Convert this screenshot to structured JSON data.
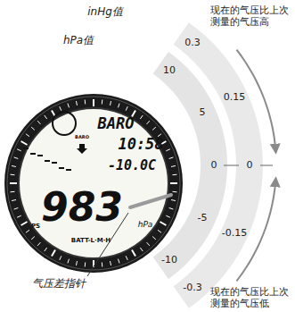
{
  "diagram": {
    "labels": [
      "现在的气压比上次测量的气压高",
      "inHg值",
      "hPa值",
      "0.3",
      "10",
      "0.15",
      "5",
      "0",
      "0",
      "-5",
      "-0.15",
      "-10",
      "-0.3",
      "现在的气压比上次测量的气压低",
      "气压差指针",
      "BARO",
      "BARO",
      "10:58",
      "-10.0C",
      "983",
      "hPa",
      "PS",
      "BATT-L·M·H"
    ]
  }
}
